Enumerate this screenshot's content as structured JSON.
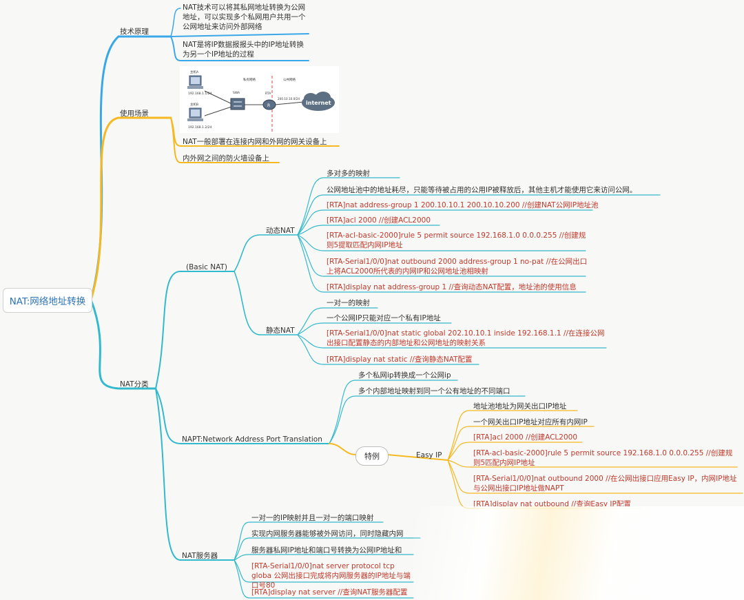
{
  "root": "NAT:网络地址转换",
  "branches": {
    "principle": {
      "label": "技术原理",
      "items": [
        "NAT技术可以将其私网地址转换为公网地址，可以实现多个私网用户共用一个公网地址来访问外部网络",
        "NAT是将IP数据报报头中的IP地址转换为另一个IP地址的过程"
      ]
    },
    "scenario": {
      "label": "使用场景",
      "items": [
        "NAT一般部署在连接内网和外网的网关设备上",
        "内外网之间的防火墙设备上"
      ],
      "figure": {
        "hostA": "主机A",
        "ipA": "192.168.1.1/24",
        "hostB": "主机B",
        "ipB": "192.168.1.2/24",
        "swa": "SWA",
        "rta": "RTA",
        "private": "私有网络",
        "public": "公共网络",
        "pubip": "200.10.10.0/24",
        "internet": "internet"
      }
    },
    "types": {
      "label": "NAT分类",
      "basic": {
        "label": "(Basic NAT)",
        "dynamic": {
          "label": "动态NAT",
          "items": [
            "多对多的映射",
            "公网地址池中的地址耗尽，只能等待被占用的公用IP被释放后，其他主机才能使用它来访问公网。",
            "[RTA]nat address-group 1 200.10.10.1 200.10.10.200 //创建NAT公网IP地址池",
            "[RTA]acl 2000  //创建ACL2000",
            "[RTA-acl-basic-2000]rule 5 permit source 192.168.1.0 0.0.0.255  //创建规则5提取匹配内网IP地址",
            "[RTA-Serial1/0/0]nat outbound 2000 address-group 1 no-pat  //在公网出口上将ACL2000所代表的内网IP和公网地址池相映射",
            "[RTA]display nat address-group 1  //查询动态NAT配置，地址池的使用信息"
          ]
        },
        "static": {
          "label": "静态NAT",
          "items": [
            "一对一的映射",
            "一个公网IP只能对应一个私有IP地址",
            "[RTA-Serial1/0/0]nat static global 202.10.10.1 inside 192.168.1.1   //在连接公网出接口配置静态的内部地址和公网地址的映射关系",
            "[RTA]display nat static //查询静态NAT配置"
          ]
        }
      },
      "napt": {
        "label": "NAPT:Network Address Port Translation",
        "items": [
          "多个私网ip转换成一个公网ip",
          "多个内部地址映射到同一个公有地址的不同端口"
        ],
        "special": "特例",
        "easyip": {
          "label": "Easy IP",
          "items": [
            "地址池地址为网关出口IP地址",
            "一个网关出口IP地址对应所有内网IP",
            "[RTA]acl 2000  //创建ACL2000",
            "[RTA-acl-basic-2000]rule 5 permit source 192.168.1.0 0.0.0.255  //创建规则5匹配内网IP地址",
            "[RTA-Serial1/0/0]nat outbound 2000   //在公网出接口应用Easy IP，内网IP地址与公网出接口IP地址做NAPT",
            "[RTA]display nat outbound   //查询Easy IP配置"
          ]
        }
      },
      "server": {
        "label": "NAT服务器",
        "items": [
          "一对一的IP映射并且一对一的端口映射",
          "实现内网服务器能够被外网访问，同时隐藏内网",
          "服务器私网IP地址和端口号转换为公网IP地址和",
          "[RTA-Serial1/0/0]nat server protocol tcp globa 公网出接口完成将内网服务器的IP地址与端口号80",
          "[RTA]display nat server  //查询NAT服务器配置"
        ]
      }
    }
  }
}
